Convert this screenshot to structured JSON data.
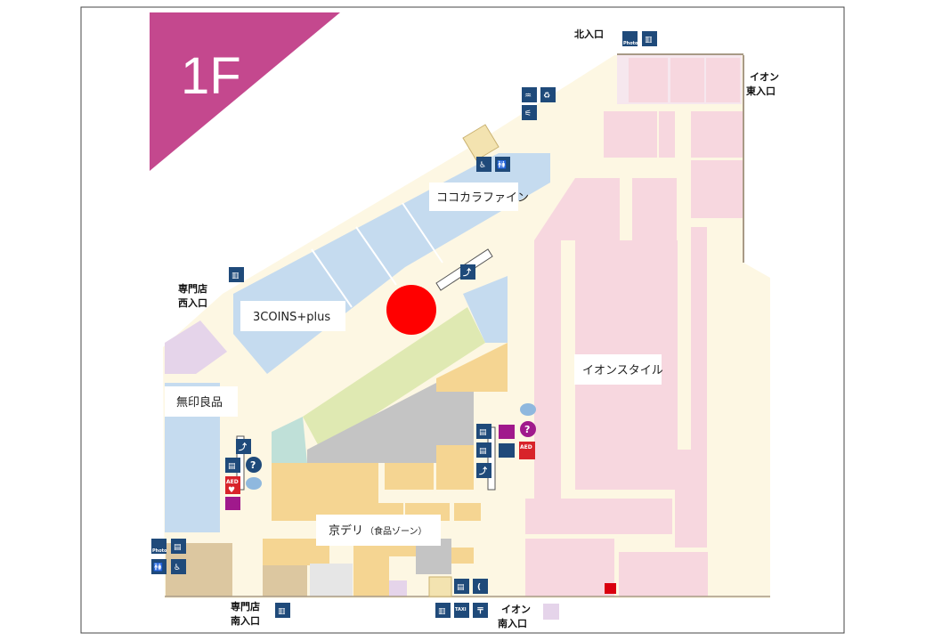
{
  "floor": {
    "label": "1F",
    "color": "#c4488e"
  },
  "stores": {
    "cocokara": "ココカラファイン",
    "threecoins": "3COINS+plus",
    "muji": "無印良品",
    "aeon_style": "イオンスタイル",
    "kyodeli": "京デリ",
    "kyodeli_sub": "（食品ゾーン）"
  },
  "entrances": {
    "north": "北入口",
    "aeon_east_1": "イオン",
    "aeon_east_2": "東入口",
    "west_1": "専門店",
    "west_2": "西入口",
    "south_1": "専門店",
    "south_2": "南入口",
    "aeon_south_1": "イオン",
    "aeon_south_2": "南入口"
  },
  "icons": {
    "photo": "Photo",
    "taxi": "TAXI",
    "aed": "AED"
  },
  "marker": {
    "color": "#ff0000"
  },
  "colors": {
    "corridor": "#fdf7e3",
    "specialty_blue": "#c5dbef",
    "aeon_pink": "#f7d7df",
    "food_yellow": "#f5d592",
    "green": "#dfe9b2",
    "gray": "#c4c4c4",
    "icon_navy": "#1f4a7a"
  }
}
